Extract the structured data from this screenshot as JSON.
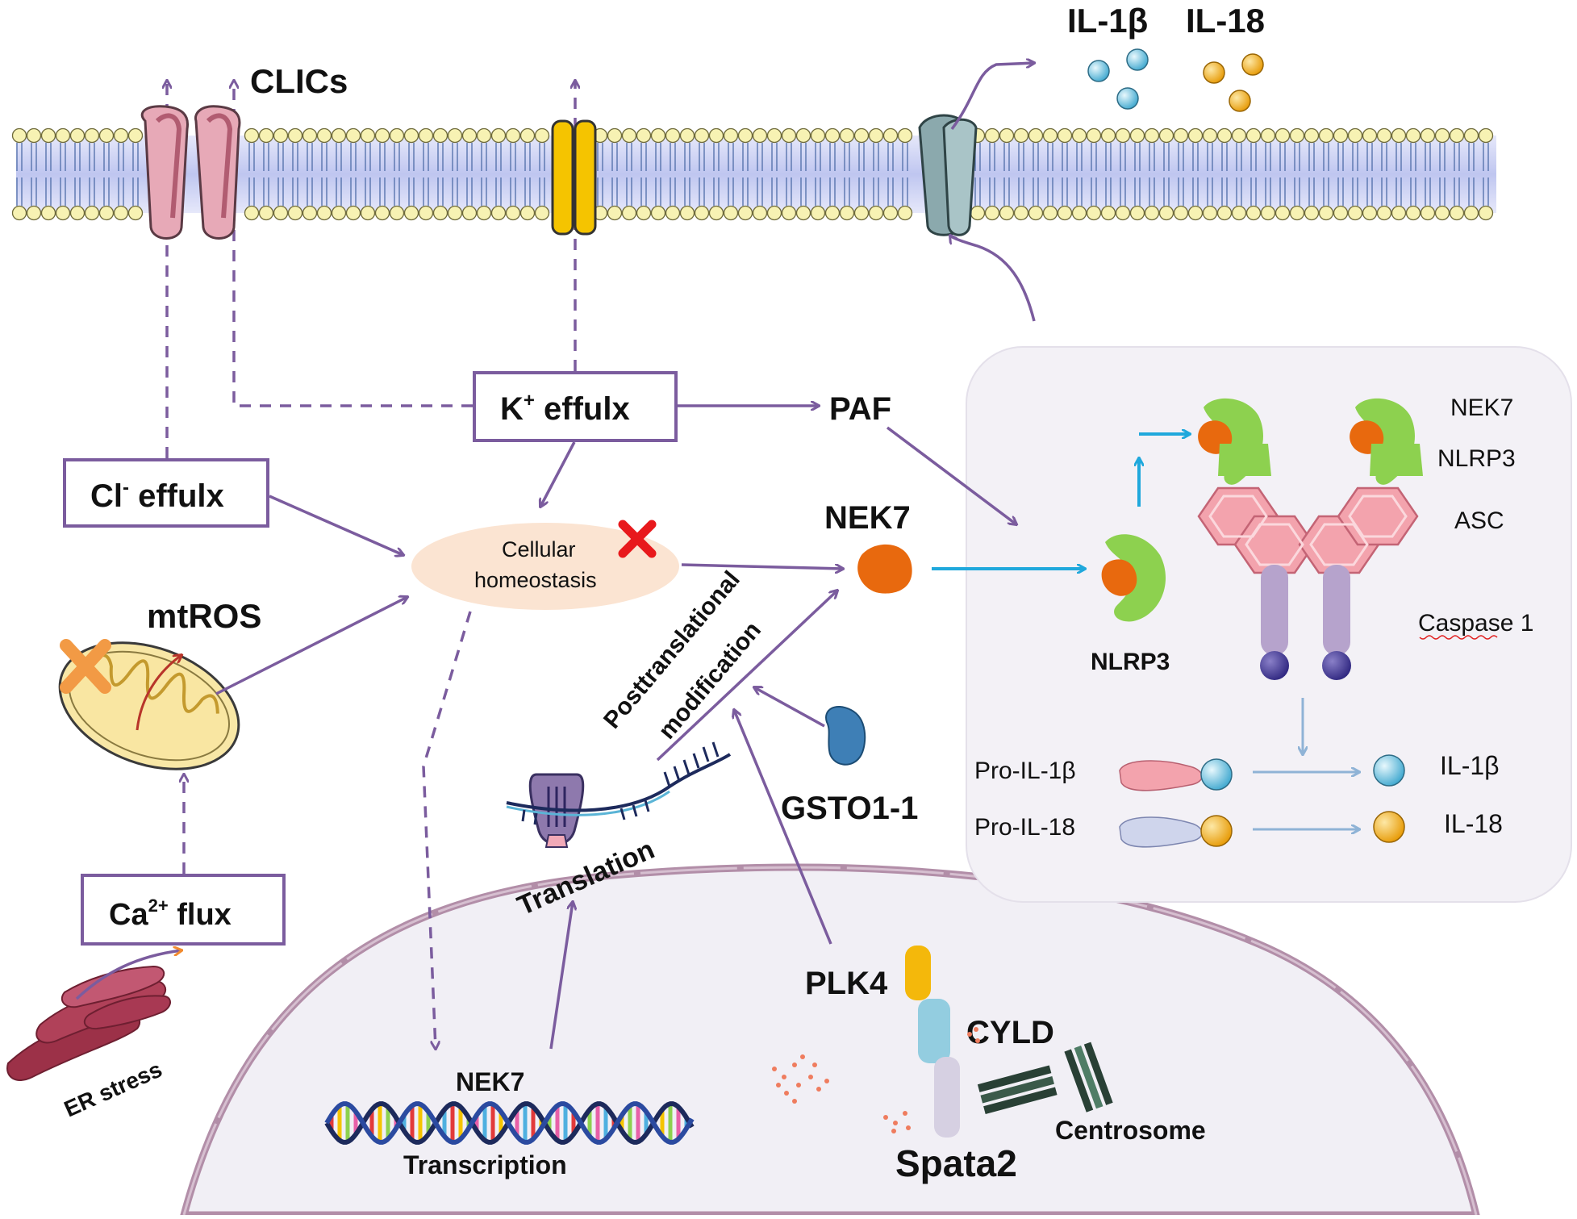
{
  "labels": {
    "clics": "CLICs",
    "il1b_top": "IL-1β",
    "il18_top": "IL-18",
    "k_efflux_k": "K",
    "k_efflux_sup": "+",
    "k_efflux_rest": " effulx",
    "cl_efflux_cl": "Cl",
    "cl_efflux_sup": "-",
    "cl_efflux_rest": " effulx",
    "paf": "PAF",
    "nek7_center": "NEK7",
    "cellular": "Cellular",
    "homeostasis": "homeostasis",
    "mtros": "mtROS",
    "ca_flux_ca": "Ca",
    "ca_flux_sup": "2+",
    "ca_flux_rest": " flux",
    "er_stress": "ER stress",
    "posttranslational": "Posttranslational",
    "modification": "modification",
    "translation": "Translation",
    "gsto": "GSTO1-1",
    "plk4": "PLK4",
    "cyld": "CYLD",
    "spata2": "Spata2",
    "centrosome": "Centrosome",
    "nek7_dna": "NEK7",
    "transcription": "Transcription",
    "panel_nek7": "NEK7",
    "panel_nlrp3": "NLRP3",
    "panel_asc": "ASC",
    "panel_caspase": "Caspase 1",
    "nlrp3_mono": "NLRP3",
    "pro_il1b": "Pro-IL-1β",
    "pro_il18": "Pro-IL-18",
    "il1b_right": "IL-1β",
    "il18_right": "IL-18"
  },
  "colors": {
    "arrow": "#7b5c9e",
    "blue_arrow": "#1fa8dc",
    "nek7": "#e8690e",
    "nlrp3": "#8dd14f",
    "asc": "#f3a3ad",
    "caspase": "#b6a3cc",
    "il1b": "#7fd0e8",
    "il18": "#f4b31c",
    "panel_bg": "#f3f1f6",
    "membrane_head": "#f7f2b3",
    "membrane_core": "#c8cdf0",
    "nucleus_bg": "#f0eef4",
    "nucleus_edge": "#b595ad"
  },
  "icons": [
    "chloride-channel-icon",
    "potassium-channel-icon",
    "il1-pore-icon",
    "mitochondrion-icon",
    "er-icon",
    "ribosome-icon",
    "dna-icon",
    "centrosome-icon",
    "inhibition-x-icon"
  ]
}
